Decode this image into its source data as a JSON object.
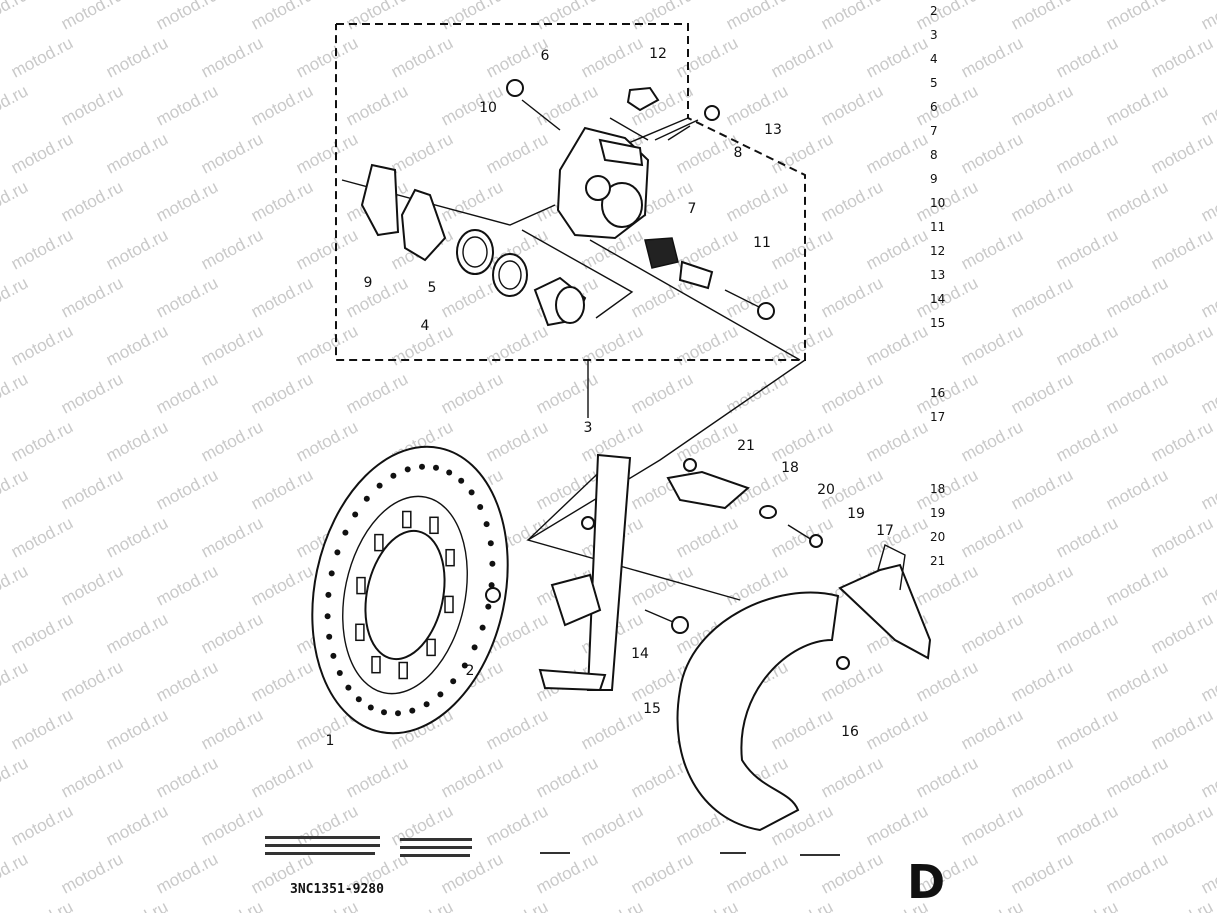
{
  "watermark": "motod.ru",
  "callouts": [
    "1",
    "2",
    "3",
    "4",
    "5",
    "6",
    "7",
    "8",
    "9",
    "10",
    "11",
    "12",
    "13",
    "14",
    "15",
    "16",
    "17",
    "18",
    "19",
    "20",
    "21"
  ],
  "ref_list": [
    "2",
    "3",
    "4",
    "5",
    "6",
    "7",
    "8",
    "9",
    "10",
    "11",
    "12",
    "13",
    "14",
    "15",
    "16",
    "17",
    "18",
    "19",
    "20",
    "21"
  ],
  "footer": {
    "catalog_code": "3NC1351-9280",
    "section_letter": "D"
  },
  "colors": {
    "ink": "#111111",
    "watermark": "#c9c9c9",
    "paper": "#ffffff"
  }
}
